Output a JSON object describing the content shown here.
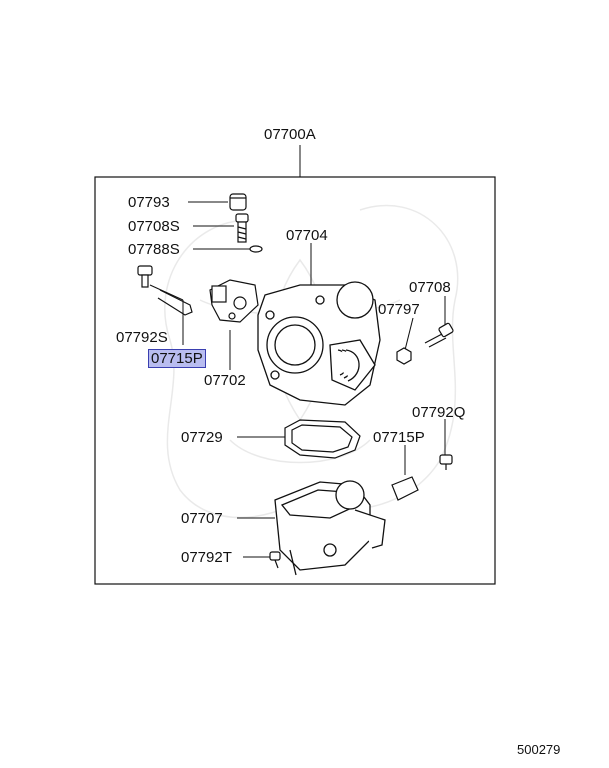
{
  "assembly_label": "07700A",
  "footer_code": "500279",
  "highlight_color": "#b9bdf0",
  "parts": {
    "p07793": "07793",
    "p07708S": "07708S",
    "p07788S": "07788S",
    "p07704": "07704",
    "p07708": "07708",
    "p07797": "07797",
    "p07792S": "07792S",
    "p07715P_hl": "07715P",
    "p07702": "07702",
    "p07792Q": "07792Q",
    "p07729": "07729",
    "p07715P": "07715P",
    "p07707": "07707",
    "p07792T": "07792T"
  }
}
